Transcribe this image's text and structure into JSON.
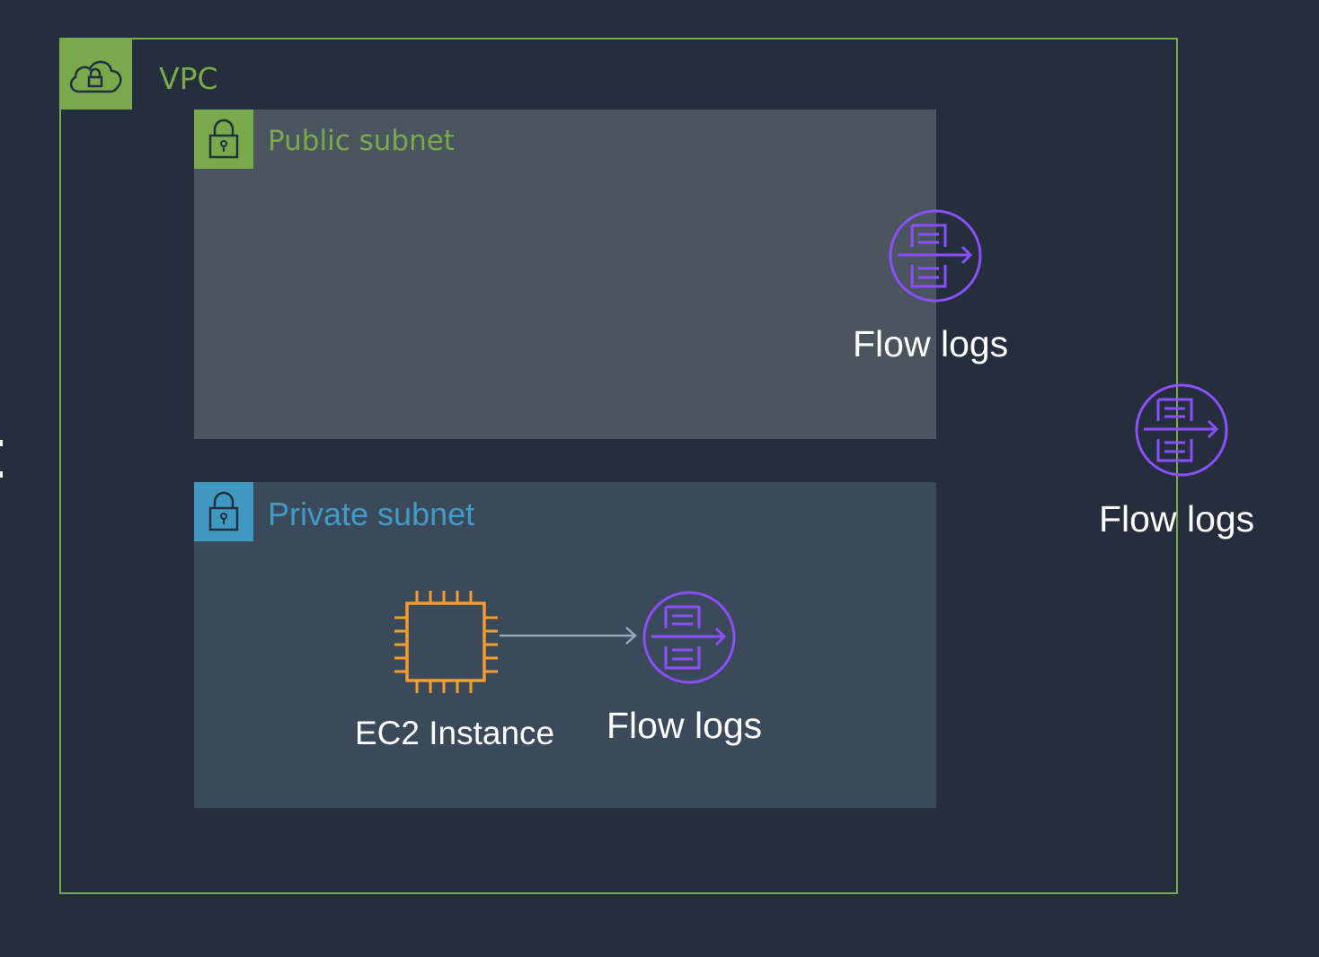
{
  "vpc": {
    "label": "VPC",
    "color": "#7aa94b"
  },
  "public_subnet": {
    "label": "Public subnet",
    "color": "#7aa94b"
  },
  "private_subnet": {
    "label": "Private subnet",
    "color": "#3f98c0"
  },
  "ec2": {
    "label": "EC2 Instance",
    "color": "#f59d2a"
  },
  "flow_logs": [
    {
      "label": "Flow logs"
    },
    {
      "label": "Flow logs"
    },
    {
      "label": "Flow logs"
    }
  ],
  "flow_icon_color": "#8c4fff"
}
